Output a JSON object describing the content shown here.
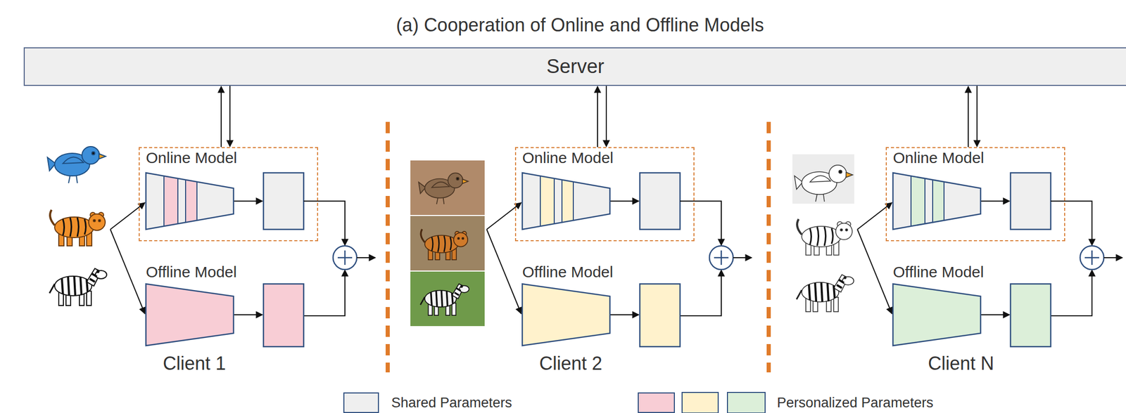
{
  "diagram": {
    "title": "(a) Cooperation of Online and Offline Models",
    "nodes": [
      {
        "text": [
          "Server"
        ]
      },
      {
        "text": [
          "Online Model"
        ]
      },
      {
        "text": [
          "Online Model"
        ]
      },
      {
        "text": [
          "Online Model"
        ]
      }
    ],
    "edges": [
      {
        "from": 1,
        "to": 0,
        "arrow": "to"
      },
      {
        "from": 0,
        "to": 1,
        "arrow": "to"
      },
      {
        "from": 2,
        "to": 0,
        "arrow": "to"
      },
      {
        "from": 0,
        "to": 2,
        "arrow": "to"
      },
      {
        "from": 3,
        "to": 0,
        "arrow": "to"
      },
      {
        "from": 0,
        "to": 3,
        "arrow": "to"
      }
    ],
    "labels": [
      "Offline Model",
      "Offline Model",
      "Offline Model",
      "Client 1",
      "Client 2",
      "Client N"
    ],
    "legend": [
      {
        "text": "Shared Parameters",
        "color": "#efefef"
      },
      {
        "text": "Personalized Parameters",
        "color": "#f8cdd5"
      }
    ]
  }
}
